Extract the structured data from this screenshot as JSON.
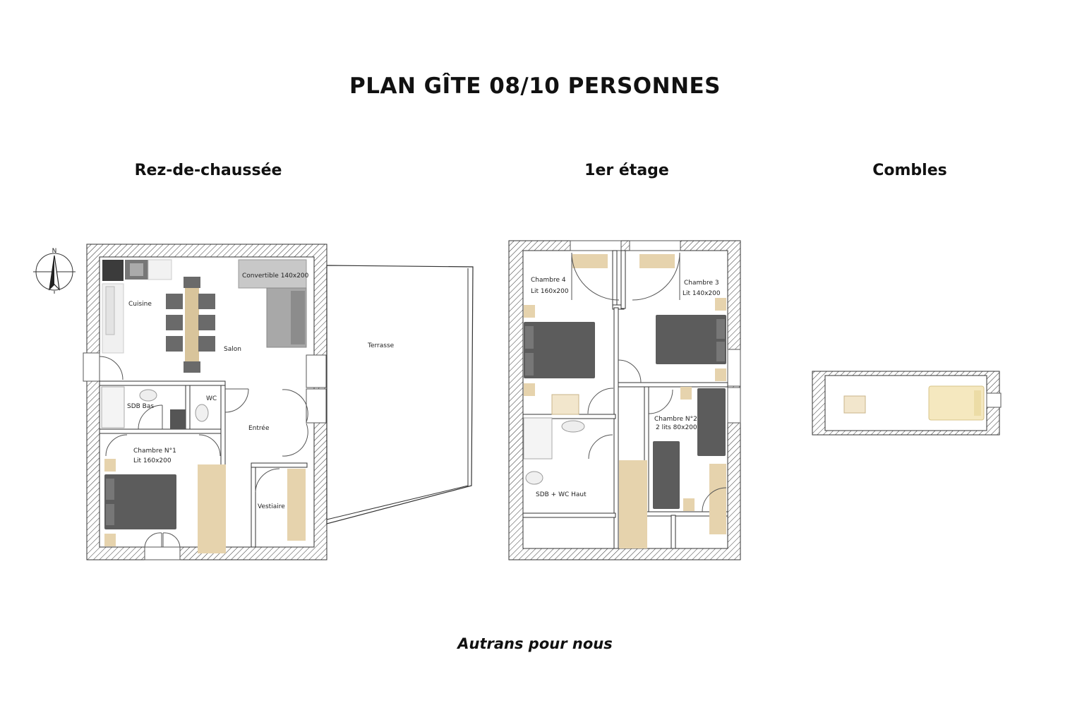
{
  "title": "PLAN GÎTE 08/10 PERSONNES",
  "floors": {
    "ground": "Rez-de-chaussée",
    "first": "1er étage",
    "attic": "Combles"
  },
  "footer": "Autrans pour nous",
  "compass": "N",
  "rooms": {
    "ground": {
      "convertible": "Convertible 140x200",
      "cuisine": "Cuisine",
      "salon": "Salon",
      "terrasse": "Terrasse",
      "sdb_bas": "SDB Bas",
      "wc": "WC",
      "entree": "Entrée",
      "chambre1": "Chambre N°1",
      "chambre1_bed": "Lit 160x200",
      "vestiaire": "Vestiaire"
    },
    "first": {
      "chambre4": "Chambre 4",
      "chambre4_bed": "Lit 160x200",
      "chambre3": "Chambre 3",
      "chambre3_bed": "Lit 140x200",
      "chambre2": "Chambre N°2",
      "chambre2_bed": "2 lits 80x200",
      "sdb_haut": "SDB + WC Haut"
    }
  },
  "colors": {
    "bed": "#5c5c5c",
    "wood": "#e6d3ad",
    "wall_hatch": "#333333",
    "sofa": "#9a9a9a"
  }
}
